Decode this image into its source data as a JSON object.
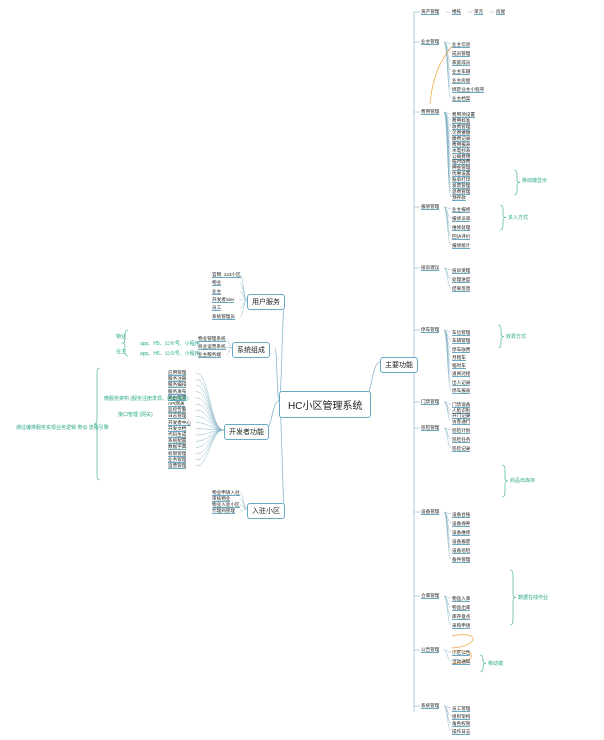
{
  "center": "HC小区管理系统",
  "main": "主要功能",
  "left_branches": [
    {
      "label": "用户服务",
      "items": [
        "官网: 123小区",
        "物业",
        "业主",
        "开发者/dev",
        "员工",
        "系统管理员"
      ]
    },
    {
      "label": "系统组成",
      "items": [
        "物业管理系统",
        "商业运营系统",
        "业主服务端"
      ]
    },
    {
      "label": "开发者功能",
      "items": [
        "应用管理",
        "服务注册",
        "服务编排",
        "服务发布",
        "路由配置",
        "API网关",
        "监控告警",
        "日志管理",
        "开发者中心",
        "开发文档",
        "代码生成",
        "系统配置",
        "数据字典",
        "权限管理",
        "业务管理",
        "运营管理"
      ]
    },
    {
      "label": "入驻小区",
      "items": [
        "物业申请入驻",
        "审核物业",
        "物业入驻小区",
        "代理商管理"
      ]
    }
  ],
  "left_notes": [
    "物业",
    "业主",
    "app、H5、公众号、小程序",
    "app、H5、公众号、小程序",
    "微服务架构 (服务注册发现、熔断降级)",
    "接口管理 (网关)",
    "通过编排服务实现业务逻辑 类似 流程引擎"
  ],
  "right_sections": [
    {
      "label": "资产管理",
      "items": [
        "楼栋",
        "单元",
        "房屋"
      ]
    },
    {
      "label": "业主管理",
      "items": [
        "业主信息",
        "成员管理",
        "家庭成员",
        "业主车辆",
        "业主房屋",
        "绑定业主小程序",
        "业主档案"
      ]
    },
    {
      "label": "费用管理",
      "items": [
        "费用项设置",
        "费用标准",
        "收费管理",
        "欠费催缴",
        "缴费记录",
        "费用报表",
        "水电抄表",
        "公摊费用",
        "临时收费",
        "押金管理",
        "优惠设置",
        "账单打印",
        "发票管理",
        "退费管理",
        "预存款"
      ]
    },
    {
      "label": "报修管理",
      "items": [
        "业主报修",
        "报修派单",
        "维修处理",
        "回访评价",
        "报修统计"
      ]
    },
    {
      "label": "投诉建议",
      "items": [
        "投诉受理",
        "处理进度",
        "结果反馈"
      ]
    },
    {
      "label": "停车管理",
      "items": [
        "车位管理",
        "车辆管理",
        "停车收费",
        "月租车",
        "临时车",
        "道闸对接",
        "出入记录",
        "停车报表"
      ]
    },
    {
      "label": "门禁管理",
      "items": [
        "门禁设备",
        "人脸识别",
        "开门记录",
        "访客通行"
      ]
    },
    {
      "label": "巡检管理",
      "items": [
        "巡检计划",
        "巡检任务",
        "巡检记录"
      ]
    },
    {
      "label": "设备管理",
      "items": [
        "设备台账",
        "设备保养",
        "设备维修",
        "设备报废",
        "设备巡检",
        "备件管理"
      ]
    },
    {
      "label": "仓库管理",
      "items": [
        "物品入库",
        "物品出库",
        "库存盘点",
        "采购申请"
      ]
    },
    {
      "label": "公告管理",
      "items": [
        "小区公告",
        "活动通知"
      ]
    },
    {
      "label": "系统管理",
      "items": [
        "员工管理",
        "组织架构",
        "角色权限",
        "操作日志"
      ]
    }
  ],
  "right_notes": [
    "移动端显示",
    "多入方式",
    "收费方式",
    "商品出库存",
    "数据在线作业",
    "移动端"
  ]
}
